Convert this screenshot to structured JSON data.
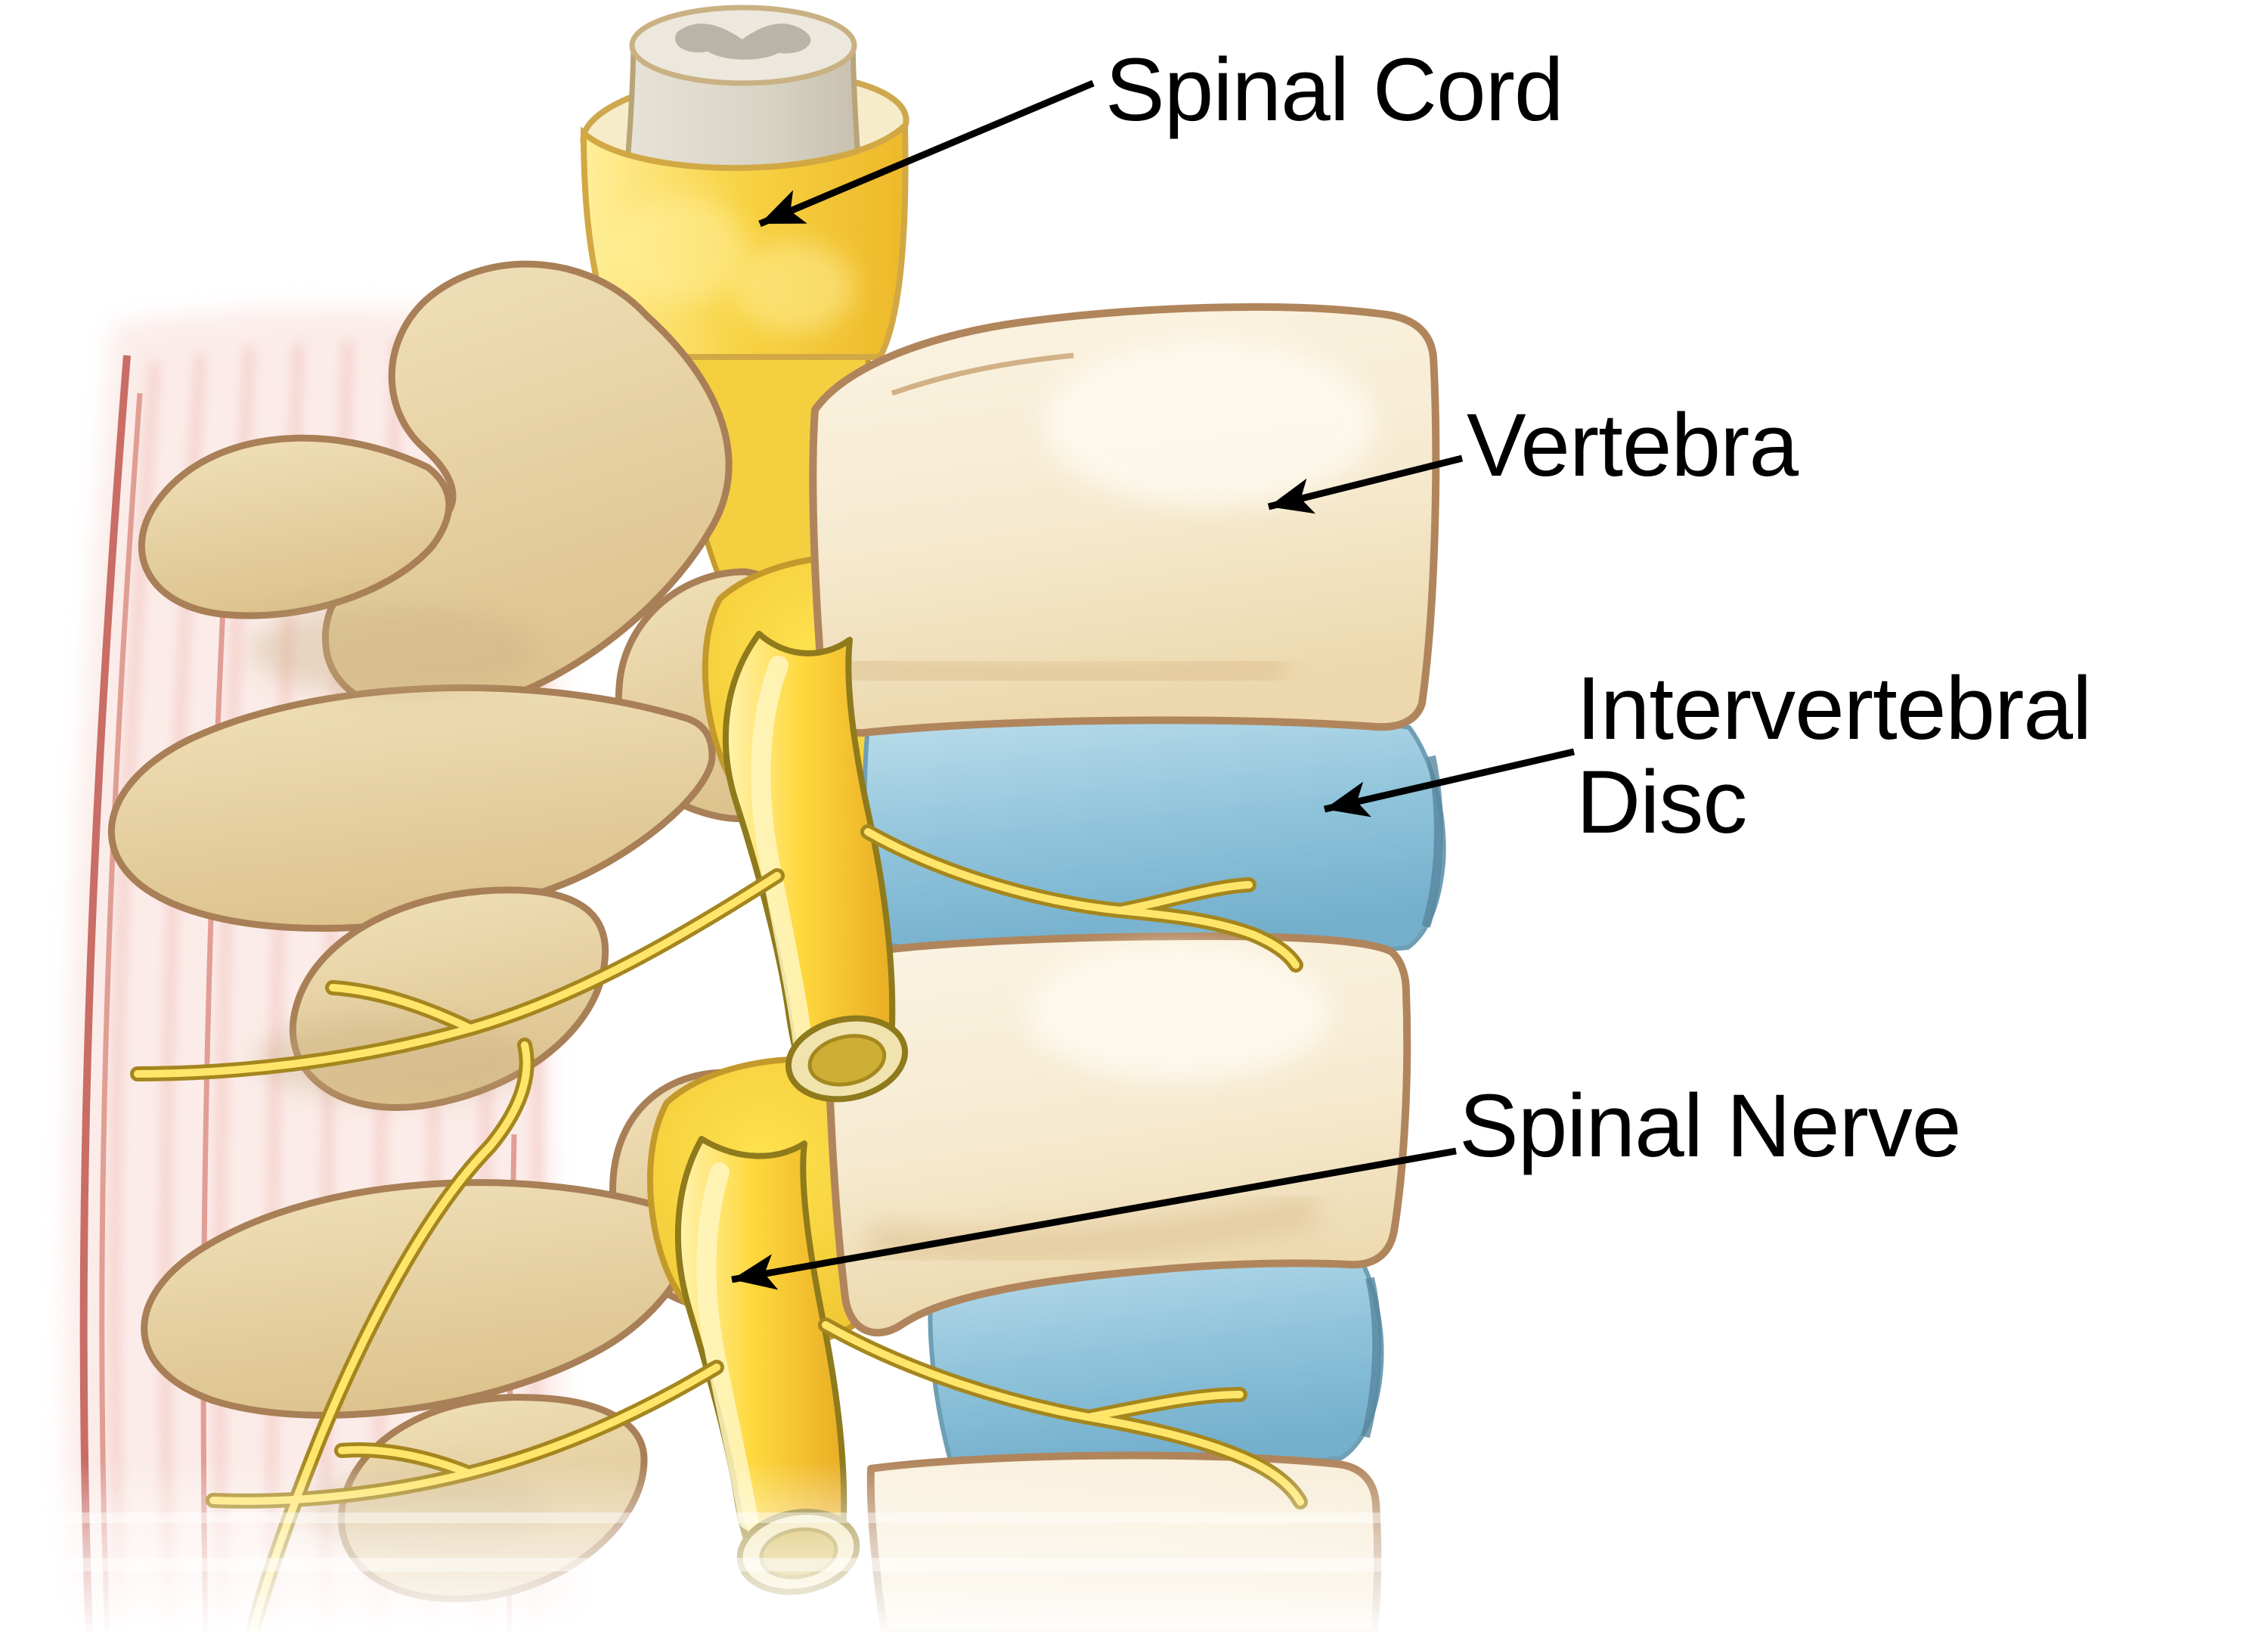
{
  "figure": {
    "labels": {
      "spinal_cord": "Spinal Cord",
      "vertebra": "Vertebra",
      "intervertebral_disc_line1": "Intervertebral",
      "intervertebral_disc_line2": "Disc",
      "spinal_nerve": "Spinal Nerve"
    },
    "colors": {
      "background": "#ffffff",
      "bone_fill": "#f8efda",
      "bone_fill_dark": "#e7d2a4",
      "bone_outline": "#a87f56",
      "disc_fill_light": "#bcdeec",
      "disc_fill_dark": "#74afcc",
      "disc_edge": "#58879f",
      "cord_sheath_yellow": "#f9d44a",
      "cord_grey": "#dcd6c9",
      "nerve_yellow": "#ffd83d",
      "nerve_outline": "#8f7a1c",
      "muscle_pink": "#fbece9",
      "muscle_stripe": "#f1c0b8",
      "label_text": "#000000",
      "arrow": "#000000"
    }
  }
}
